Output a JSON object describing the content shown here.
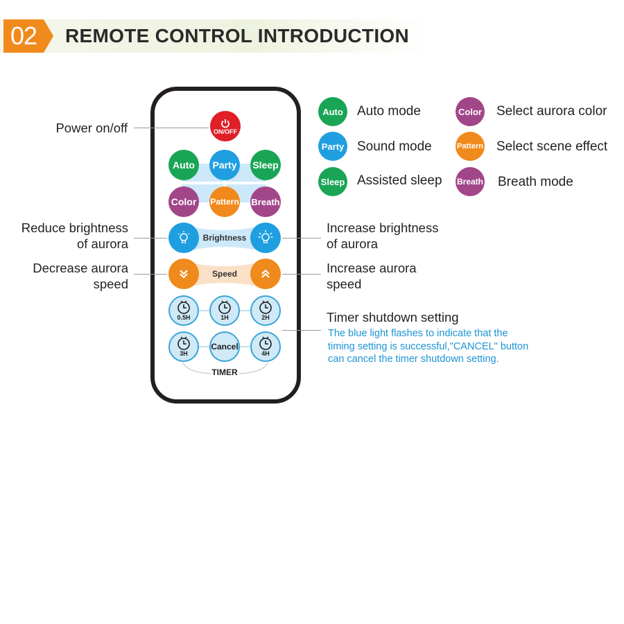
{
  "header": {
    "number": "02",
    "title": "REMOTE CONTROL INTRODUCTION",
    "accent": "#f08a1c"
  },
  "remote": {
    "power": {
      "label": "ON/OFF"
    },
    "mode_buttons": [
      {
        "label": "Auto",
        "color": "#1aa556"
      },
      {
        "label": "Party",
        "color": "#1f9fe0"
      },
      {
        "label": "Sleep",
        "color": "#1aa556"
      },
      {
        "label": "Color",
        "color": "#a2468a"
      },
      {
        "label": "Pattern",
        "color": "#f08a1c"
      },
      {
        "label": "Breath",
        "color": "#a2468a"
      }
    ],
    "brightness_label": "Brightness",
    "speed_label": "Speed",
    "timer_buttons": [
      "0.5H",
      "1H",
      "2H",
      "3H",
      "Cancel",
      "4H"
    ],
    "timer_label": "TIMER"
  },
  "annotations": {
    "power": "Power on/off",
    "reduce_brightness": [
      "Reduce brightness",
      "of aurora"
    ],
    "increase_brightness": [
      "Increase brightness",
      "of aurora"
    ],
    "decrease_speed": [
      "Decrease aurora",
      "speed"
    ],
    "increase_speed": [
      "Increase aurora",
      "speed"
    ],
    "timer": "Timer shutdown setting",
    "timer_note": [
      "The blue light flashes to indicate that the",
      "timing setting is successful,\"CANCEL\" button",
      "can cancel the timer shutdown setting."
    ]
  },
  "legend": [
    {
      "button": "Auto",
      "text": "Auto mode",
      "color": "#1aa556"
    },
    {
      "button": "Party",
      "text": "Sound mode",
      "color": "#1f9fe0"
    },
    {
      "button": "Sleep",
      "text": "Assisted sleep",
      "color": "#1aa556"
    },
    {
      "button": "Color",
      "text": "Select aurora color",
      "color": "#a2468a"
    },
    {
      "button": "Pattern",
      "text": "Select scene effect",
      "color": "#f08a1c"
    },
    {
      "button": "Breath",
      "text": "Breath mode",
      "color": "#a2468a"
    }
  ],
  "icons": [
    "power-icon",
    "bulb-icon",
    "chevron-down-icon",
    "chevron-up-icon",
    "clock-icon"
  ]
}
